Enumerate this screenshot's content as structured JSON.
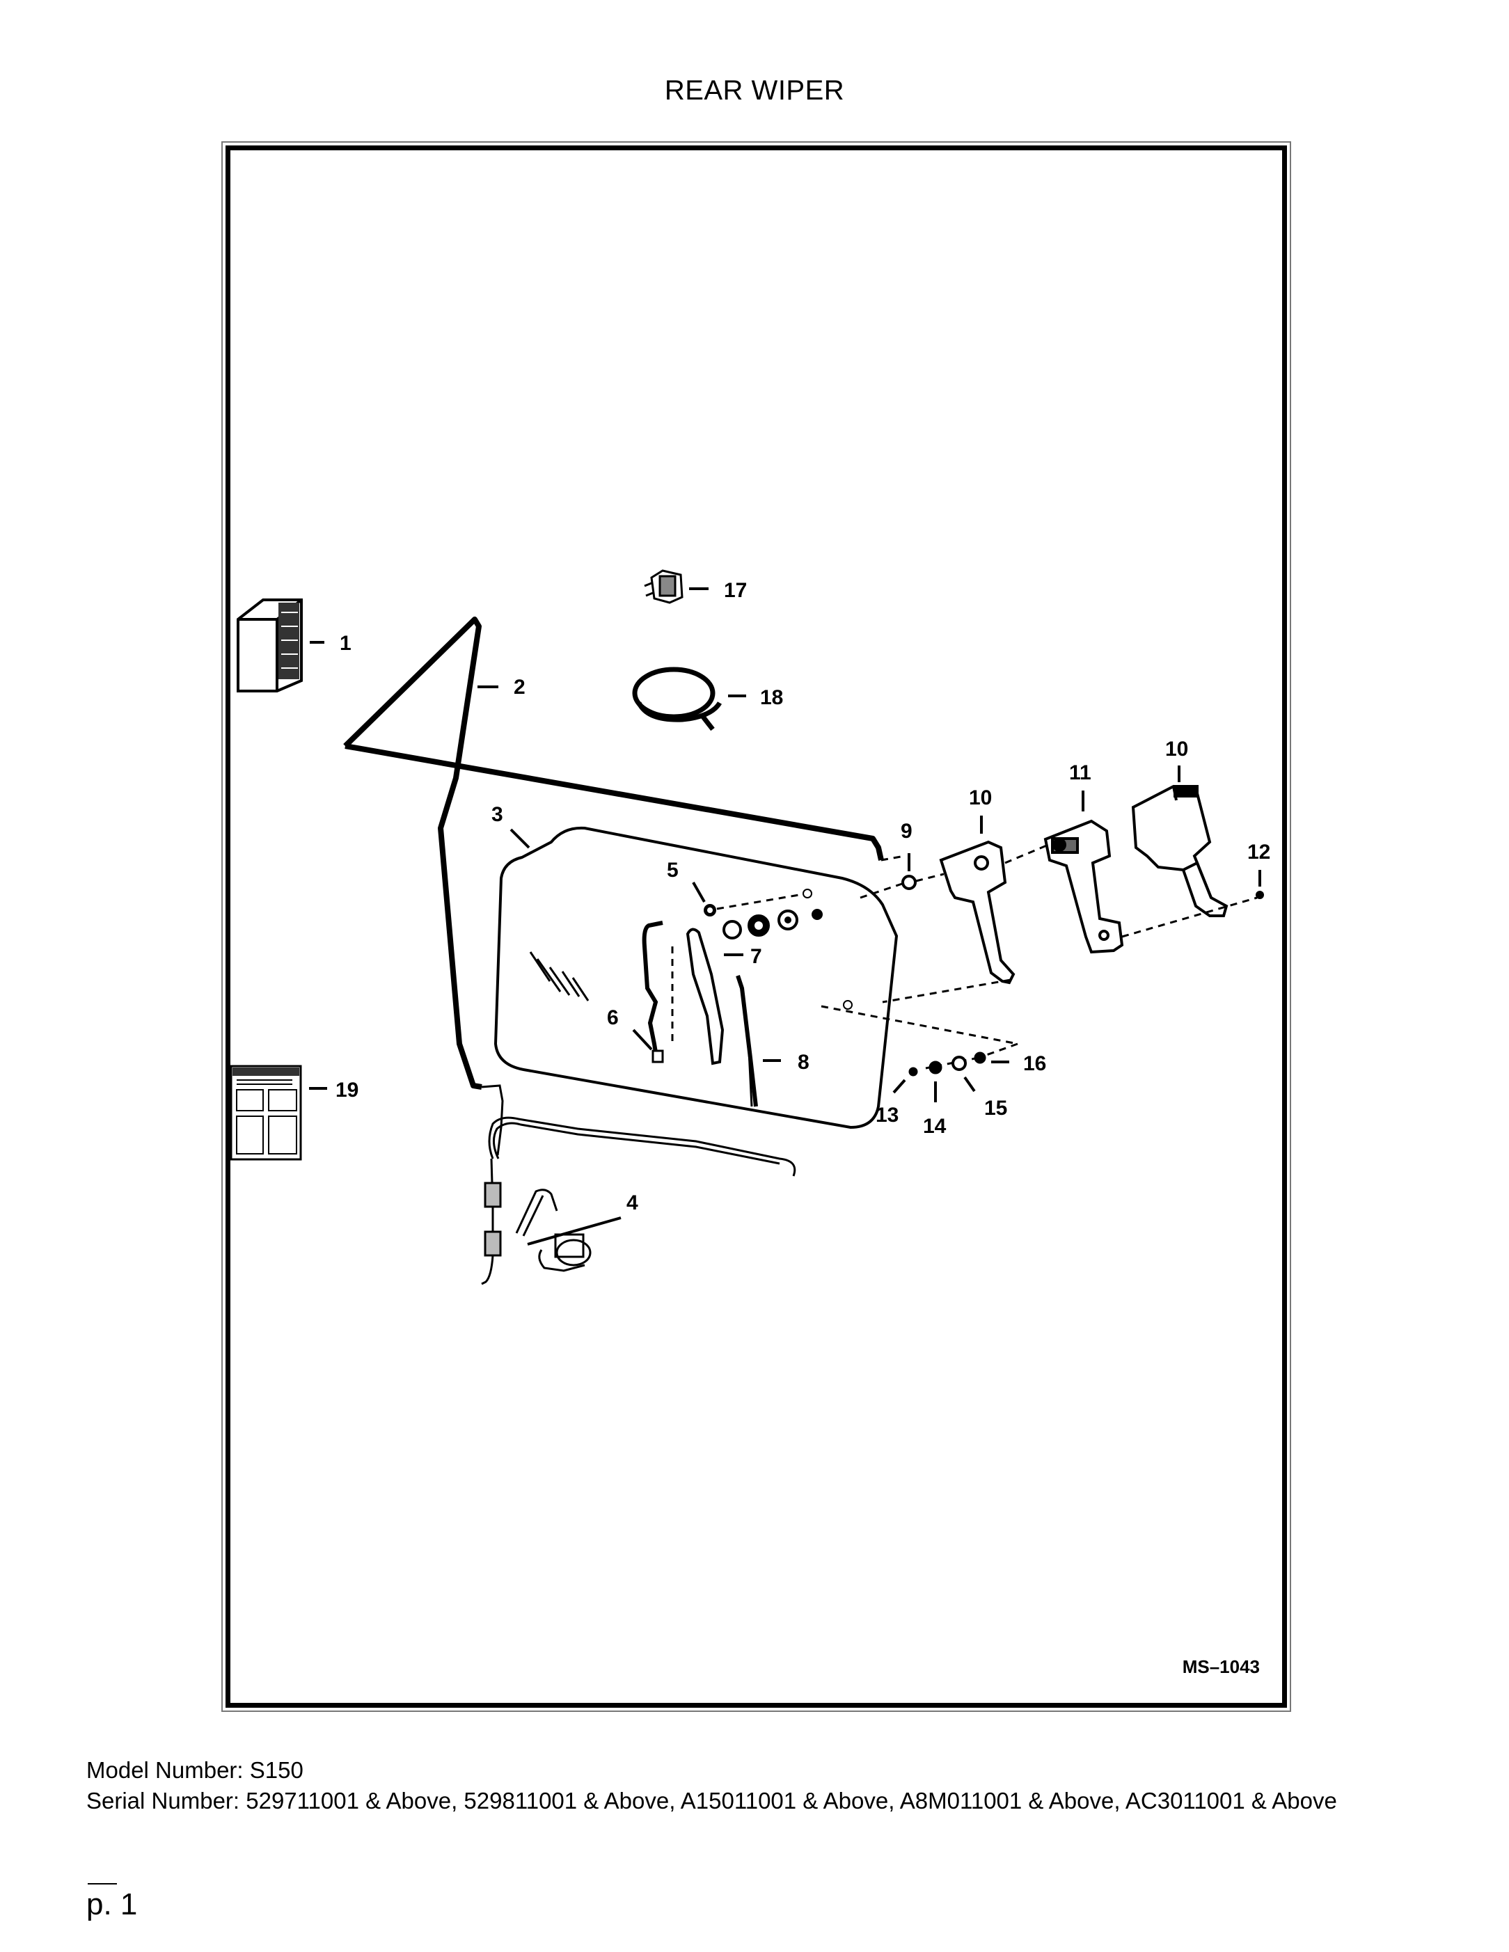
{
  "page": {
    "title": "REAR WIPER",
    "drawing_ref": "MS–1043",
    "model_line": "Model Number: S150",
    "serial_line": "Serial Number: 529711001 & Above, 529811001 & Above, A15011001 & Above, A8M011001 & Above, AC3011001 & Above",
    "page_number": "p. 1"
  },
  "callouts": {
    "c1": "1",
    "c2": "2",
    "c3": "3",
    "c4": "4",
    "c5": "5",
    "c6": "6",
    "c7": "7",
    "c8": "8",
    "c9": "9",
    "c10a": "10",
    "c10b": "10",
    "c11": "11",
    "c12": "12",
    "c13": "13",
    "c14": "14",
    "c15": "15",
    "c16": "16",
    "c17": "17",
    "c18": "18",
    "c19": "19"
  }
}
